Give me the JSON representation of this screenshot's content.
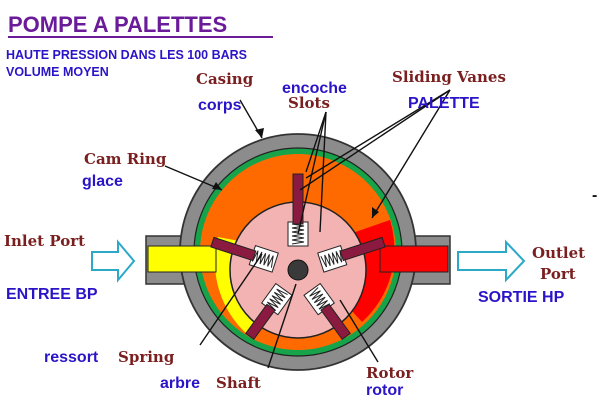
{
  "title": "POMPE A PALETTES",
  "subtitle_lines": [
    "HAUTE PRESSION DANS LES 100 BARS",
    "VOLUME MOYEN"
  ],
  "labels": {
    "casing": {
      "en": "Casing",
      "fr": "corps"
    },
    "slots": {
      "en": "Slots",
      "fr": "encoche"
    },
    "sliding_vanes": {
      "en": "Sliding Vanes",
      "fr": "PALETTE"
    },
    "cam_ring": {
      "en": "Cam Ring",
      "fr": "glace"
    },
    "inlet_port": {
      "en": "Inlet Port",
      "fr": "ENTREE BP"
    },
    "outlet_port": {
      "en_line1": "Outlet",
      "en_line2": "Port",
      "fr": "SORTIE HP"
    },
    "spring": {
      "en": "Spring",
      "fr": "ressort"
    },
    "shaft": {
      "en": "Shaft",
      "fr": "arbre"
    },
    "rotor": {
      "en": "Rotor",
      "fr": "rotor"
    }
  },
  "colors": {
    "casing": "#8c8c8c",
    "cam_ring": "#17a34a",
    "high_pressure_chamber": "#ff6a00",
    "inlet_fluid": "#ffff00",
    "outlet_fluid": "#ff0000",
    "rotor": "#f3b3b3",
    "vane": "#8b1a40",
    "arrow": "#2ca8c8",
    "title": "#6a1b9a",
    "french_label": "#2a14c8",
    "english_label": "#7a1f1f"
  }
}
